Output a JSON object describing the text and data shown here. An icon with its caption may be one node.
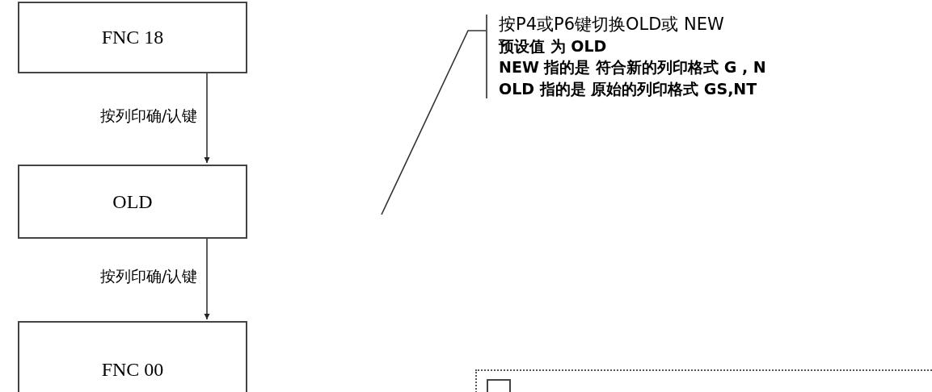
{
  "diagram": {
    "nodes": [
      {
        "text": [
          "FNC 18"
        ]
      },
      {
        "text": [
          "OLD"
        ]
      },
      {
        "text": [
          "FNC 00"
        ]
      },
      {
        "text": [
          "按P4或P6键切换OLD或 NEW",
          "预设值 为 OLD",
          "NEW 指的是 符合新的列印格式 G , N",
          "OLD 指的是 原始的列印格式 GS,NT"
        ]
      },
      {
        "text": [],
        "shape": "box"
      },
      {
        "text": [],
        "shape": "box",
        "in": 4
      }
    ],
    "edges": [
      {
        "from": 0,
        "to": 1,
        "arrow": "to",
        "label": "按列印确/认键"
      },
      {
        "from": 1,
        "to": 2,
        "arrow": "to",
        "label": "按列印确/认键"
      },
      {
        "from": 3,
        "to": null,
        "arrow": "none"
      }
    ]
  }
}
